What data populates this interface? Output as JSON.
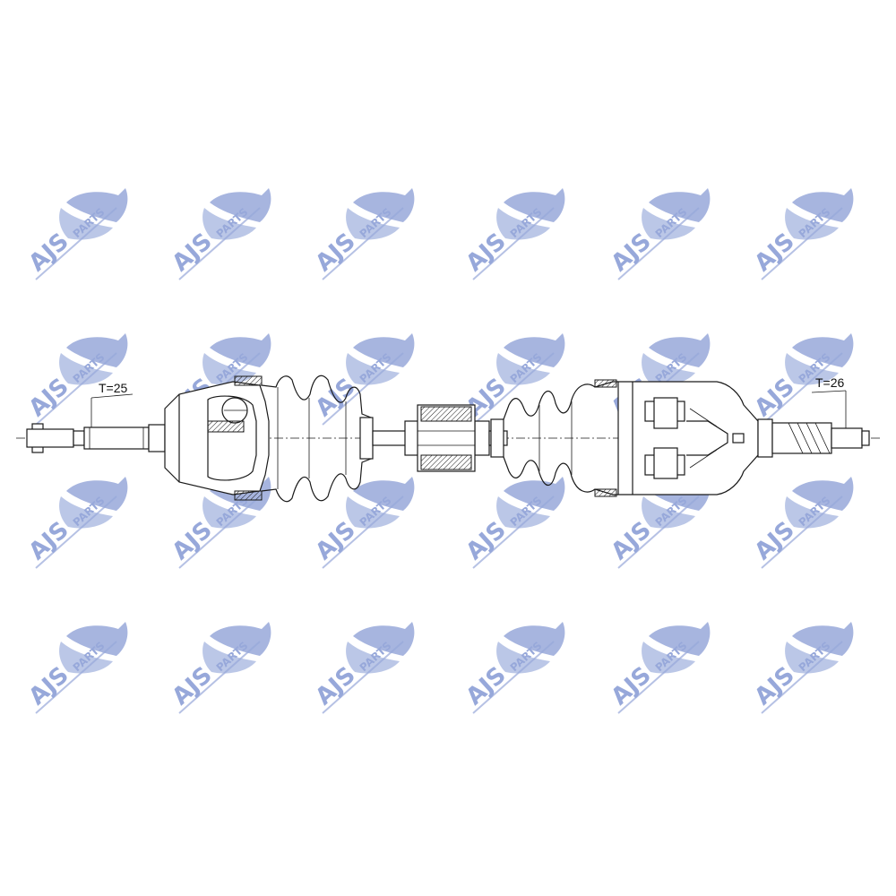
{
  "watermark": {
    "brand": "AJS",
    "suffix": "PARTS",
    "color": "#8c9fd6"
  },
  "diagram": {
    "left_dimension_label": "T=25",
    "right_dimension_label": "T=26",
    "line_color": "#1a1a1a"
  }
}
